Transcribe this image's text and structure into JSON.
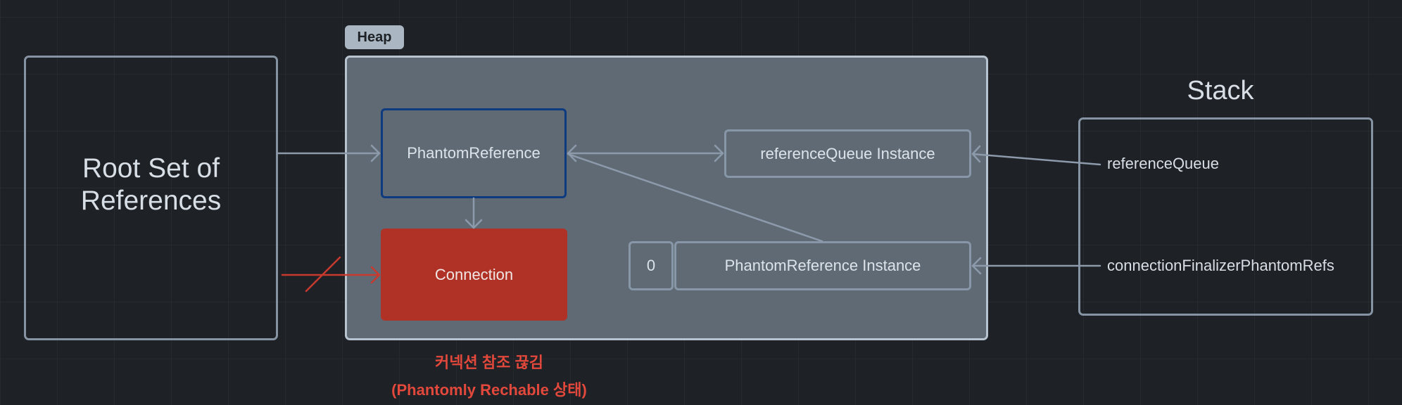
{
  "root_set": {
    "title": "Root Set of References"
  },
  "heap": {
    "label": "Heap",
    "phantom_reference": "PhantomReference",
    "connection": "Connection",
    "reference_queue_instance": "referenceQueue Instance",
    "queue_slot_value": "0",
    "phantom_reference_instance": "PhantomReference Instance"
  },
  "stack": {
    "title": "Stack",
    "vars": [
      "referenceQueue",
      "connectionFinalizerPhantomRefs"
    ]
  },
  "caption": {
    "line1": "커넥션 참조 끊김",
    "line2": "(Phantomly Rechable 상태)"
  },
  "colors": {
    "background": "#1e2125",
    "heap_fill": "#5f6a75",
    "connection_fill": "#b03226",
    "phantom_border": "#0e3a80",
    "caption": "#e2483b",
    "arrow": "#8c9aab"
  }
}
